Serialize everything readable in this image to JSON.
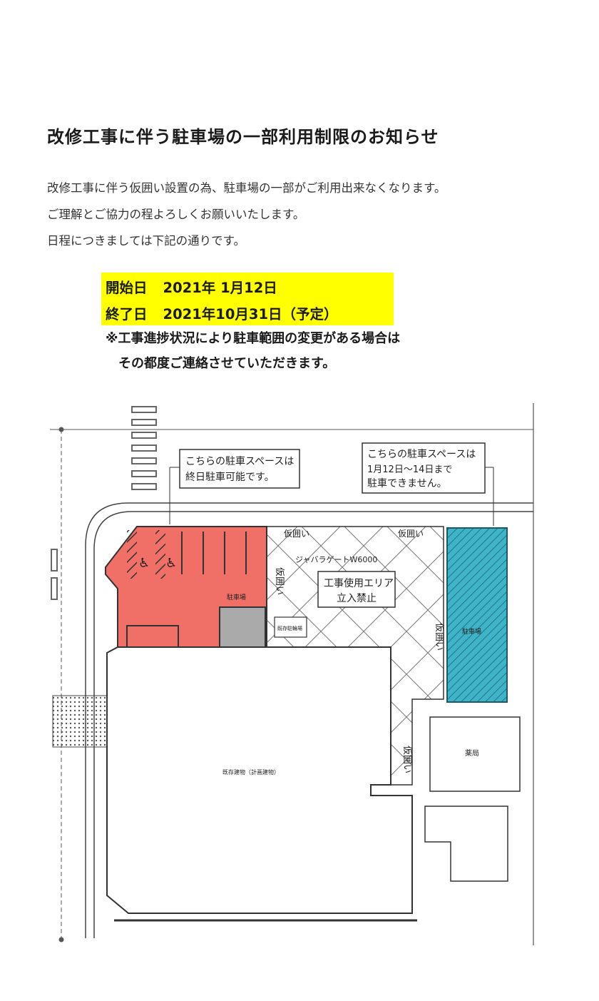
{
  "notice": {
    "title": "改修工事に伴う駐車場の一部利用制限のお知らせ",
    "body": [
      "改修工事に伴う仮囲い設置の為、駐車場の一部がご利用出来なくなります。",
      "ご理解とご協力の程よろしくお願いいたします。",
      "日程につきましては下記の通りです。"
    ],
    "schedule": {
      "start_label": "開始日",
      "start_date": "2021年 1月12日",
      "end_label": "終了日",
      "end_date": "2021年10月31日（予定）"
    },
    "note_lines": [
      "※工事進捗状況により駐車範囲の変更がある場合は",
      "　その都度ご連絡させていただきます。"
    ]
  },
  "map": {
    "callout_left": [
      "こちらの駐車スペースは",
      "終日駐車可能です。"
    ],
    "callout_right": [
      "こちらの駐車スペースは",
      "1月12日～14日まで",
      "駐車できません。"
    ],
    "labels": {
      "kagakoi_1": "仮囲い",
      "kagakoi_2": "仮囲い",
      "gate": "ジャバラゲートW6000",
      "work_area_1": "工事使用エリア",
      "work_area_2": "立入禁止",
      "parking_red": "駐車場",
      "parking_blue": "駐車場",
      "existing_building": "既存建物（計画建物）",
      "pharmacy": "薬局",
      "small_box": "既存駐輪場"
    },
    "vertical_labels": {
      "kagakoi_v1": "仮囲い",
      "kagakoi_v2": "仮囲い",
      "kagakoi_v3": "仮囲い"
    },
    "colors": {
      "available_zone": "#f07068",
      "restricted_zone": "#3fb3c8",
      "highlight": "#ffff00"
    }
  }
}
